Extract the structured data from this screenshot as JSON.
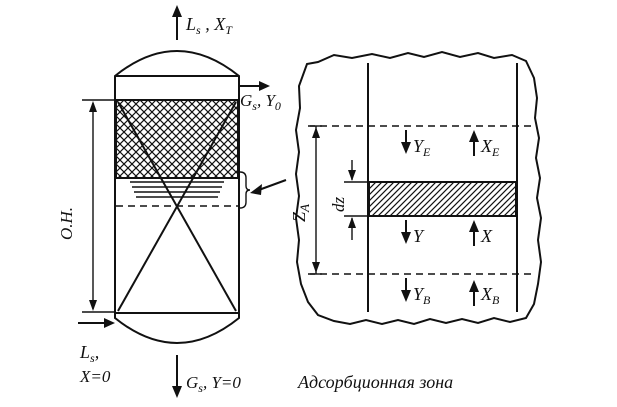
{
  "column": {
    "top_label": "L",
    "top_label_sub": "s",
    "top_label_rest": " , X",
    "top_label_rest_sub": "T",
    "gas_out_label": "G",
    "gas_out_sub": "s",
    "gas_out_rest": ", Y",
    "gas_out_rest_sub": "0",
    "height_label": "О.Н.",
    "liquid_in_label": "L",
    "liquid_in_sub": "s",
    "liquid_in_comma": ",",
    "liquid_in_x": "X=0",
    "gas_in_label": "G",
    "gas_in_sub": "s",
    "gas_in_rest": ", Y=0"
  },
  "detail": {
    "caption": "Адсорбционная зона",
    "zone_height": "Z",
    "zone_height_sub": "A",
    "slice_height": "dz",
    "y_top": "Y",
    "y_top_sub": "E",
    "x_top": "X",
    "x_top_sub": "E",
    "y_mid": "Y",
    "x_mid": "X",
    "y_bottom": "Y",
    "y_bottom_sub": "B",
    "x_bottom": "X",
    "x_bottom_sub": "B"
  }
}
